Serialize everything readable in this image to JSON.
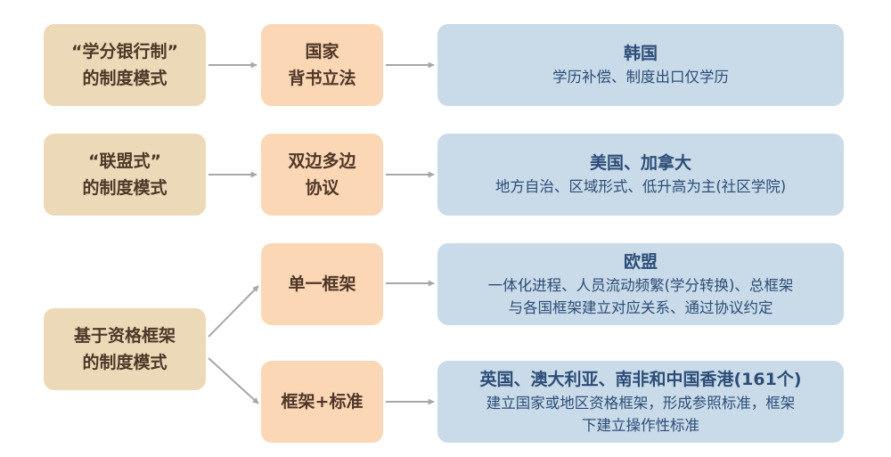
{
  "colors": {
    "mode_box": "#ecd9b8",
    "mechanism_box": "#fcd7b6",
    "example_box": "#c9dbe8",
    "arrow": "#a7a7a7",
    "mode_text": "#4e3728",
    "example_text": "#2d4d79"
  },
  "row1": {
    "mode": [
      "“学分银行制”",
      "的制度模式"
    ],
    "mechanism": [
      "国家",
      "背书立法"
    ],
    "example_title": "韩国",
    "example_desc": [
      "学历补偿、制度出口仅学历"
    ]
  },
  "row2": {
    "mode": [
      "“联盟式”",
      "的制度模式"
    ],
    "mechanism": [
      "双边多边",
      "协议"
    ],
    "example_title": "美国、加拿大",
    "example_desc": [
      "地方自治、区域形式、低升高为主(社区学院)"
    ]
  },
  "row3": {
    "mode": [
      "基于资格框架",
      "的制度模式"
    ],
    "branch1": {
      "mechanism": [
        "单一框架"
      ],
      "example_title": "欧盟",
      "example_desc": [
        "一体化进程、人员流动频繁(学分转换)、总框架",
        "与各国框架建立对应关系、通过协议约定"
      ]
    },
    "branch2": {
      "mechanism": [
        "框架+标准"
      ],
      "example_title": "英国、澳大利亚、南非和中国香港(161个)",
      "example_desc": [
        "建立国家或地区资格框架，形成参照标准，框架",
        "下建立操作性标准"
      ]
    }
  }
}
